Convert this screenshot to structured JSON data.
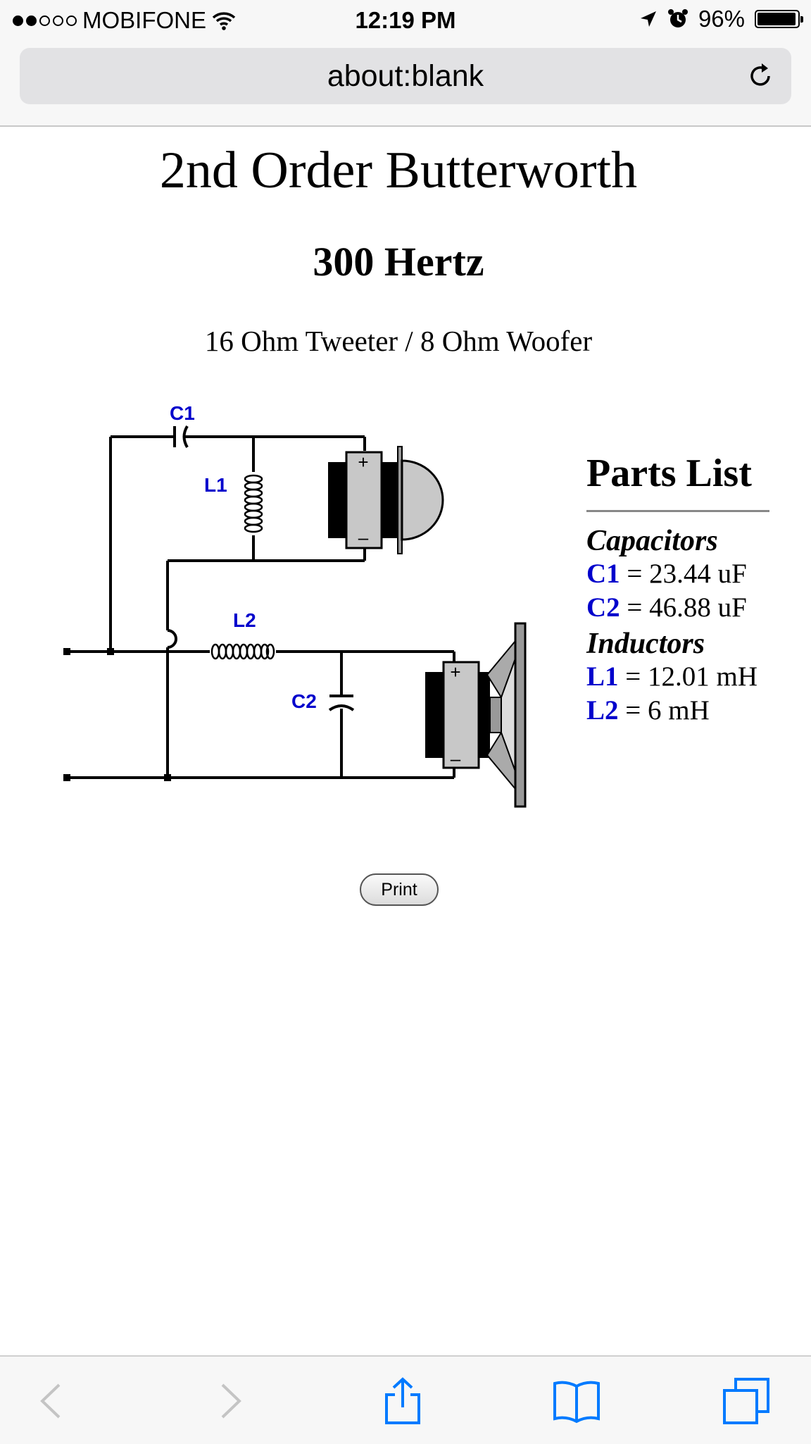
{
  "status": {
    "carrier": "MOBIFONE",
    "time": "12:19 PM",
    "battery": "96%",
    "battery_level": 0.96
  },
  "browser": {
    "url": "about:blank"
  },
  "page": {
    "title": "2nd Order Butterworth",
    "frequency": "300 Hertz",
    "description": "16 Ohm Tweeter / 8 Ohm Woofer",
    "diagram": {
      "labels": {
        "c1": "C1",
        "c2": "C2",
        "l1": "L1",
        "l2": "L2"
      },
      "plus": "+",
      "minus": "–"
    },
    "parts": {
      "heading": "Parts List",
      "capacitors_label": "Capacitors",
      "capacitors": [
        {
          "name": "C1",
          "value": " = 23.44 uF"
        },
        {
          "name": "C2",
          "value": " = 46.88 uF"
        }
      ],
      "inductors_label": "Inductors",
      "inductors": [
        {
          "name": "L1",
          "value": " = 12.01 mH"
        },
        {
          "name": "L2",
          "value": " = 6 mH"
        }
      ]
    },
    "print_label": "Print"
  },
  "colors": {
    "accent": "#007aff",
    "component_label": "#0000cc"
  },
  "icons": {
    "signal": "signal-dots-icon",
    "wifi": "wifi-icon",
    "location": "location-arrow-icon",
    "alarm": "alarm-clock-icon",
    "battery": "battery-icon",
    "reload": "reload-icon",
    "back": "back-icon",
    "forward": "forward-icon",
    "share": "share-icon",
    "bookmarks": "bookmarks-icon",
    "tabs": "tabs-icon"
  }
}
